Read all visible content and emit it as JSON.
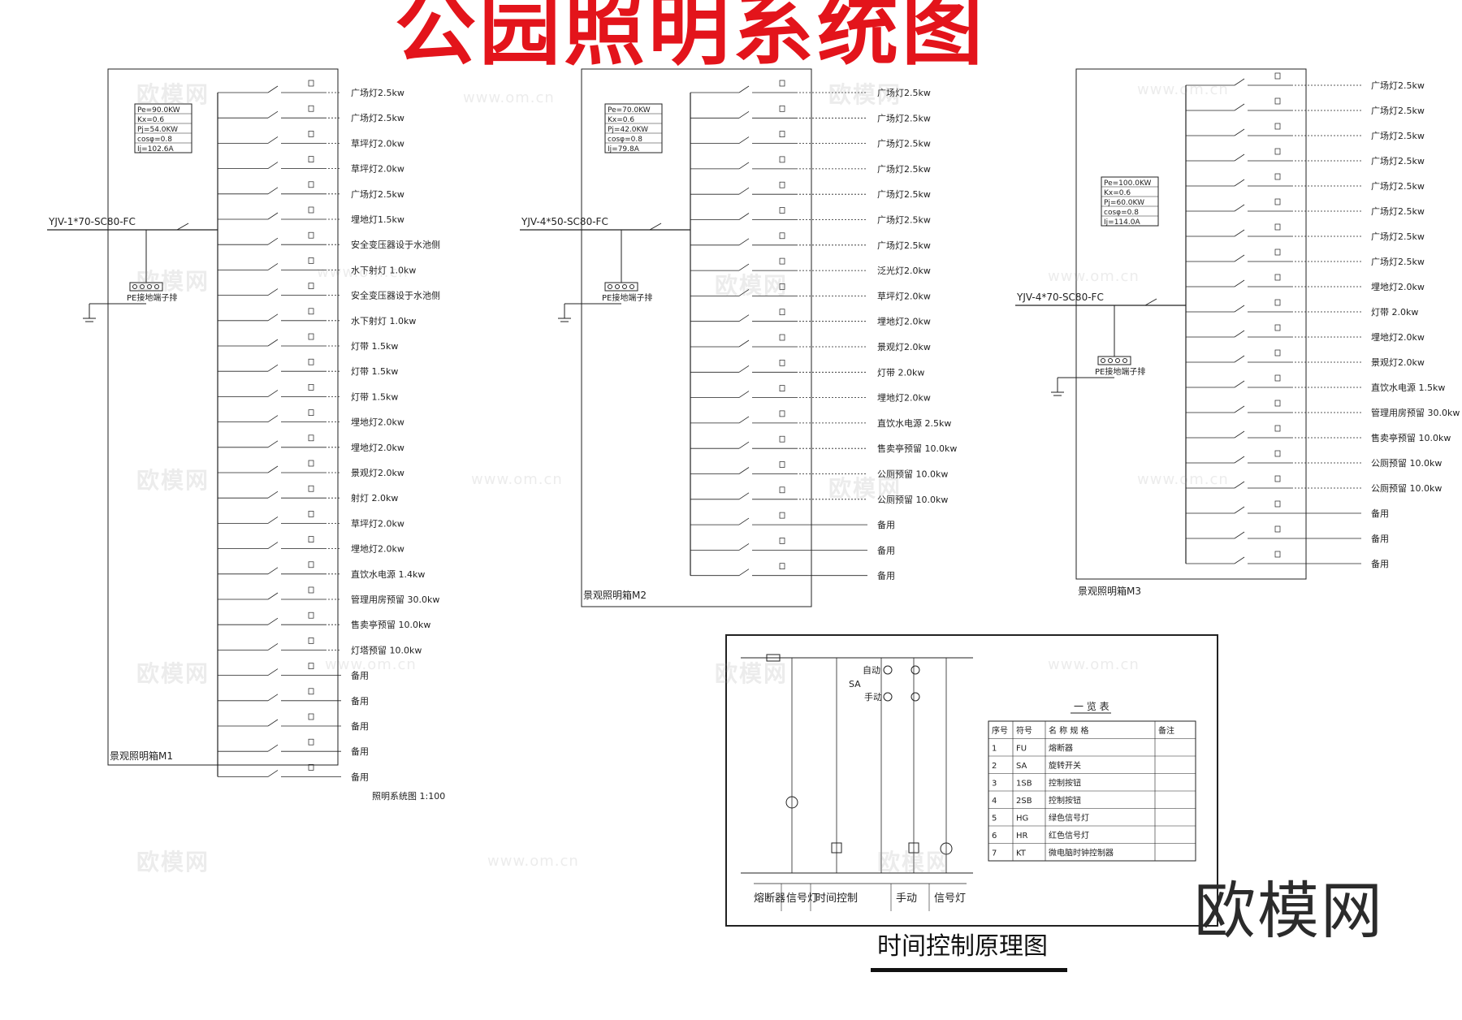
{
  "title": "公园照明系统图",
  "brand": "欧模网",
  "watermark_brand": "欧模网",
  "watermark_url": "www.om.cn",
  "colors": {
    "title": "#e3141b",
    "line": "#222222",
    "watermark": "#d8d8d8"
  },
  "panels": [
    {
      "id": "M1",
      "name": "景观照明箱M1",
      "feeder": "YJV-1*70-SC80-FC",
      "params": [
        "Pe=90.0KW",
        "Kx=0.6",
        "Pj=54.0KW",
        "cosφ=0.8",
        "Ij=102.6A"
      ],
      "terminal": "PE接地端子排",
      "rows": [
        {
          "text": "广场灯2.5kw",
          "spare": false
        },
        {
          "text": "广场灯2.5kw",
          "spare": false
        },
        {
          "text": "草坪灯2.0kw",
          "spare": false
        },
        {
          "text": "草坪灯2.0kw",
          "spare": false
        },
        {
          "text": "广场灯2.5kw",
          "spare": false
        },
        {
          "text": "埋地灯1.5kw",
          "spare": false
        },
        {
          "text": "安全变压器设于水池侧",
          "spare": false
        },
        {
          "text": "水下射灯 1.0kw",
          "spare": false
        },
        {
          "text": "安全变压器设于水池侧",
          "spare": false
        },
        {
          "text": "水下射灯 1.0kw",
          "spare": false
        },
        {
          "text": "灯带  1.5kw",
          "spare": false
        },
        {
          "text": "灯带  1.5kw",
          "spare": false
        },
        {
          "text": "灯带  1.5kw",
          "spare": false
        },
        {
          "text": "埋地灯2.0kw",
          "spare": false
        },
        {
          "text": "埋地灯2.0kw",
          "spare": false
        },
        {
          "text": "景观灯2.0kw",
          "spare": false
        },
        {
          "text": "射灯  2.0kw",
          "spare": false
        },
        {
          "text": "草坪灯2.0kw",
          "spare": false
        },
        {
          "text": "埋地灯2.0kw",
          "spare": false
        },
        {
          "text": "直饮水电源  1.4kw",
          "spare": false
        },
        {
          "text": "管理用房预留  30.0kw",
          "spare": false
        },
        {
          "text": "售卖亭预留  10.0kw",
          "spare": false
        },
        {
          "text": "灯塔预留  10.0kw",
          "spare": false
        },
        {
          "text": "备用",
          "spare": true
        },
        {
          "text": "备用",
          "spare": true
        },
        {
          "text": "备用",
          "spare": true
        },
        {
          "text": "备用",
          "spare": true
        },
        {
          "text": "备用",
          "spare": true
        }
      ]
    },
    {
      "id": "M2",
      "name": "景观照明箱M2",
      "feeder": "YJV-4*50-SC80-FC",
      "params": [
        "Pe=70.0KW",
        "Kx=0.6",
        "Pj=42.0KW",
        "cosφ=0.8",
        "Ij=79.8A"
      ],
      "terminal": "PE接地端子排",
      "rows": [
        {
          "text": "广场灯2.5kw",
          "spare": false
        },
        {
          "text": "广场灯2.5kw",
          "spare": false
        },
        {
          "text": "广场灯2.5kw",
          "spare": false
        },
        {
          "text": "广场灯2.5kw",
          "spare": false
        },
        {
          "text": "广场灯2.5kw",
          "spare": false
        },
        {
          "text": "广场灯2.5kw",
          "spare": false
        },
        {
          "text": "广场灯2.5kw",
          "spare": false
        },
        {
          "text": "泛光灯2.0kw",
          "spare": false
        },
        {
          "text": "草坪灯2.0kw",
          "spare": false
        },
        {
          "text": "埋地灯2.0kw",
          "spare": false
        },
        {
          "text": "景观灯2.0kw",
          "spare": false
        },
        {
          "text": "灯带  2.0kw",
          "spare": false
        },
        {
          "text": "埋地灯2.0kw",
          "spare": false
        },
        {
          "text": "直饮水电源  2.5kw",
          "spare": false
        },
        {
          "text": "售卖亭预留  10.0kw",
          "spare": false
        },
        {
          "text": "公厕预留  10.0kw",
          "spare": false
        },
        {
          "text": "公厕预留  10.0kw",
          "spare": false
        },
        {
          "text": "备用",
          "spare": true
        },
        {
          "text": "备用",
          "spare": true
        },
        {
          "text": "备用",
          "spare": true
        }
      ]
    },
    {
      "id": "M3",
      "name": "景观照明箱M3",
      "feeder": "YJV-4*70-SC80-FC",
      "params": [
        "Pe=100.0KW",
        "Kx=0.6",
        "Pj=60.0KW",
        "cosφ=0.8",
        "Ij=114.0A"
      ],
      "terminal": "PE接地端子排",
      "rows": [
        {
          "text": "广场灯2.5kw",
          "spare": false
        },
        {
          "text": "广场灯2.5kw",
          "spare": false
        },
        {
          "text": "广场灯2.5kw",
          "spare": false
        },
        {
          "text": "广场灯2.5kw",
          "spare": false
        },
        {
          "text": "广场灯2.5kw",
          "spare": false
        },
        {
          "text": "广场灯2.5kw",
          "spare": false
        },
        {
          "text": "广场灯2.5kw",
          "spare": false
        },
        {
          "text": "广场灯2.5kw",
          "spare": false
        },
        {
          "text": "埋地灯2.0kw",
          "spare": false
        },
        {
          "text": "灯带  2.0kw",
          "spare": false
        },
        {
          "text": "埋地灯2.0kw",
          "spare": false
        },
        {
          "text": "景观灯2.0kw",
          "spare": false
        },
        {
          "text": "直饮水电源  1.5kw",
          "spare": false
        },
        {
          "text": "管理用房预留  30.0kw",
          "spare": false
        },
        {
          "text": "售卖亭预留  10.0kw",
          "spare": false
        },
        {
          "text": "公厕预留  10.0kw",
          "spare": false
        },
        {
          "text": "公厕预留  10.0kw",
          "spare": false
        },
        {
          "text": "备用",
          "spare": true
        },
        {
          "text": "备用",
          "spare": true
        },
        {
          "text": "备用",
          "spare": true
        }
      ]
    }
  ],
  "control": {
    "caption": "时间控制原理图",
    "labels": {
      "auto": "自动",
      "manual": "手动",
      "switch": "SA"
    },
    "bottom_labels": [
      "熔断器",
      "信号灯",
      "时间控制",
      "手动",
      "信号灯"
    ],
    "table_title": "一 览 表",
    "table_headers": [
      "序号",
      "符号",
      "名 称 规 格",
      "备注"
    ],
    "table_rows": [
      [
        "1",
        "FU",
        "熔断器",
        ""
      ],
      [
        "2",
        "SA",
        "旋转开关",
        ""
      ],
      [
        "3",
        "1SB",
        "控制按钮",
        ""
      ],
      [
        "4",
        "2SB",
        "控制按钮",
        ""
      ],
      [
        "5",
        "HG",
        "绿色信号灯",
        ""
      ],
      [
        "6",
        "HR",
        "红色信号灯",
        ""
      ],
      [
        "7",
        "KT",
        "微电脑时钟控制器",
        ""
      ]
    ]
  },
  "scale_note": "照明系统图 1:100"
}
